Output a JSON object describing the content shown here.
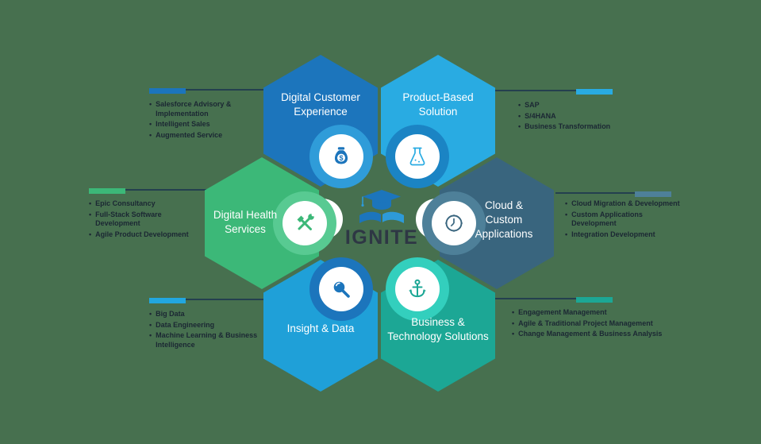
{
  "background_color": "#47704F",
  "text_color": "#1B2733",
  "connector_line_color": "#24404F",
  "center": {
    "brand": "IGNITE",
    "brand_color": "#2E3744",
    "logo_icon": "graduation-cap-open-book-icon",
    "logo_primary": "#1C75BC",
    "logo_secondary": "#2D9AD8"
  },
  "sections": [
    {
      "id": "digital-customer-experience",
      "title_lines": [
        "Digital Customer",
        "Experience"
      ],
      "icon": "money-bag-icon",
      "color": "#1C75BC",
      "accent": "#2F9CD9",
      "cap_color": "#1C75BC",
      "icon_color": "#1C75BC",
      "items": [
        [
          "Salesforce Advisory &",
          "Implementation"
        ],
        [
          "Intelligent Sales"
        ],
        [
          "Augmented Service"
        ]
      ]
    },
    {
      "id": "product-based-solution",
      "title_lines": [
        "Product-Based",
        "Solution"
      ],
      "icon": "flask-icon",
      "color": "#29ABE2",
      "accent": "#1B84C4",
      "cap_color": "#29ABE2",
      "icon_color": "#29ABE2",
      "items": [
        [
          "SAP"
        ],
        [
          "S/4HANA"
        ],
        [
          "Business Transformation"
        ]
      ]
    },
    {
      "id": "digital-health-services",
      "title_lines": [
        "Digital Health",
        "Services"
      ],
      "icon": "hammer-wrench-icon",
      "color": "#3CB878",
      "accent": "#58CA92",
      "cap_color": "#3CB878",
      "icon_color": "#3CB878",
      "items": [
        [
          "Epic Consultancy"
        ],
        [
          "Full-Stack Software",
          "Development"
        ],
        [
          "Agile Product Development"
        ]
      ]
    },
    {
      "id": "cloud-custom-applications",
      "title_lines": [
        "Cloud &",
        "Custom",
        "Applications"
      ],
      "icon": "clock-icon",
      "color": "#39657E",
      "accent": "#4E8099",
      "cap_color": "#4E8099",
      "icon_color": "#39657E",
      "items": [
        [
          "Cloud Migration & Development"
        ],
        [
          "Custom Applications",
          "Development"
        ],
        [
          "Integration Development"
        ]
      ]
    },
    {
      "id": "insight-and-data",
      "title_lines": [
        "Insight & Data"
      ],
      "icon": "magnifier-icon",
      "color": "#1FA0D8",
      "accent": "#1C75BC",
      "cap_color": "#22A7DF",
      "icon_color": "#1C75BC",
      "items": [
        [
          "Big Data"
        ],
        [
          "Data Engineering"
        ],
        [
          "Machine Learning & Business",
          "Intelligence"
        ]
      ]
    },
    {
      "id": "business-technology-solutions",
      "title_lines": [
        "Business &",
        "Technology Solutions"
      ],
      "icon": "anchor-icon",
      "color": "#1CA795",
      "accent": "#33CFBD",
      "cap_color": "#1CA795",
      "icon_color": "#1CA795",
      "items": [
        [
          "Engagement Management"
        ],
        [
          "Agile & Traditional Project Management"
        ],
        [
          "Change Management & Business Analysis"
        ]
      ]
    }
  ]
}
